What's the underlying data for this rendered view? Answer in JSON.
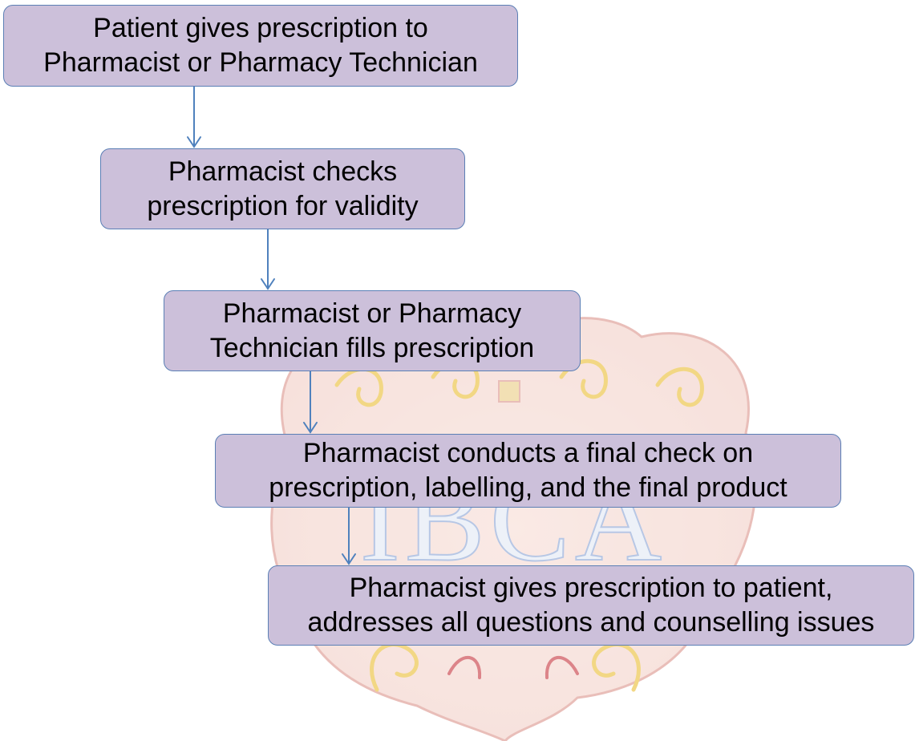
{
  "colors": {
    "box_fill": "#ccc0da",
    "box_border": "#5b7fb5",
    "arrow": "#4f81bd",
    "watermark_red": "#c0202a",
    "watermark_gold": "#e8b820",
    "watermark_blue": "#3a5fb0"
  },
  "watermark": {
    "text": "IBCA"
  },
  "steps": [
    {
      "text": "Patient gives prescription to\nPharmacist or Pharmacy Technician"
    },
    {
      "text": "Pharmacist checks\nprescription for validity"
    },
    {
      "text": "Pharmacist or Pharmacy\nTechnician fills prescription"
    },
    {
      "text": "Pharmacist conducts a final check on\nprescription, labelling, and the final product"
    },
    {
      "text": "Pharmacist gives prescription to patient,\naddresses all questions and counselling issues"
    }
  ]
}
